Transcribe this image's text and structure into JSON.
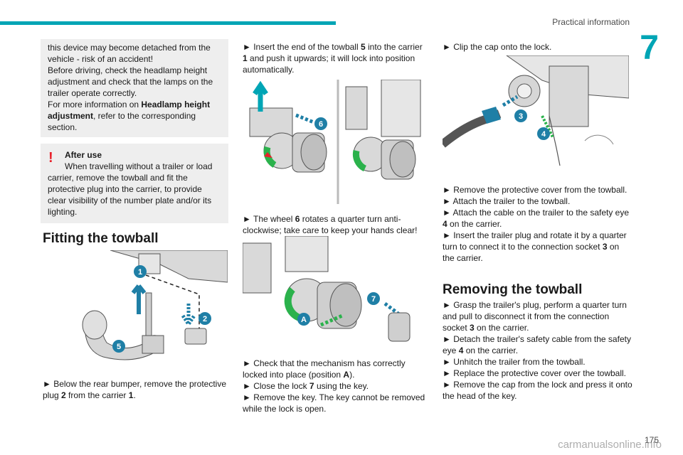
{
  "header": {
    "section_title": "Practical information",
    "chapter_number": "7"
  },
  "left": {
    "warning_lines": [
      "this device may become detached from the",
      "vehicle - risk of an accident!",
      "Before driving, check the headlamp height",
      "adjustment and check that the lamps on the",
      "trailer operate correctly."
    ],
    "more_info_pre": "For more information on ",
    "more_info_bold": "Headlamp height adjustment",
    "more_info_post": ", refer to the corresponding section.",
    "after_use_title": "After use",
    "after_use_text": "When travelling without a trailer or load carrier, remove the towball and fit the protective plug into the carrier, to provide clear visibility of the number plate and/or its lighting.",
    "fitting_heading": "Fitting the towball",
    "step1_pre": "► Below the rear bumper, remove the protective plug ",
    "step1_b1": "2",
    "step1_mid": " from the carrier ",
    "step1_b2": "1",
    "step1_post": "."
  },
  "middle": {
    "step2_pre": "► Insert the end of the towball ",
    "step2_b1": "5",
    "step2_mid": " into the carrier ",
    "step2_b2": "1",
    "step2_post": " and push it upwards; it will lock into position automatically.",
    "step3_pre": "► The wheel ",
    "step3_b": "6",
    "step3_post": " rotates a quarter turn anti-clockwise; take care to keep your hands clear!",
    "step4_pre": "► Check that the mechanism has correctly locked into place (position ",
    "step4_b": "A",
    "step4_post": ").",
    "step5_pre": "► Close the lock ",
    "step5_b": "7",
    "step5_post": " using the key.",
    "step6": "► Remove the key. The key cannot be removed while the lock is open."
  },
  "right": {
    "step7": "► Clip the cap onto the lock.",
    "step8": "► Remove the protective cover from the towball.",
    "step9": "► Attach the trailer to the towball.",
    "step10_pre": "► Attach the cable on the trailer to the safety eye ",
    "step10_b": "4",
    "step10_post": " on the carrier.",
    "step11_pre": "► Insert the trailer plug and rotate it by a quarter turn to connect it to the connection socket ",
    "step11_b": "3",
    "step11_post": " on the carrier.",
    "removing_heading": "Removing the towball",
    "rem1_pre": "► Grasp the trailer's plug, perform a quarter turn and pull to disconnect it from the connection socket ",
    "rem1_b": "3",
    "rem1_post": " on the carrier.",
    "rem2_pre": "► Detach the trailer's safety cable from the safety eye ",
    "rem2_b": "4",
    "rem2_post": " on the carrier.",
    "rem3": "► Unhitch the trailer from the towball.",
    "rem4": "► Replace the protective cover over the towball.",
    "rem5": "► Remove the cap from the lock and press it onto the head of the key."
  },
  "figure_labels": {
    "fig1": [
      "1",
      "2",
      "5"
    ],
    "fig2": [
      "6"
    ],
    "fig3": [
      "7",
      "A"
    ],
    "fig4": [
      "3",
      "4"
    ]
  },
  "footer": {
    "page_number": "175",
    "watermark": "carmanualsonline.info"
  },
  "colors": {
    "accent": "#00a5b5",
    "warning": "#e8202a",
    "callout": "#1f7fa6",
    "green": "#2bb24c"
  }
}
